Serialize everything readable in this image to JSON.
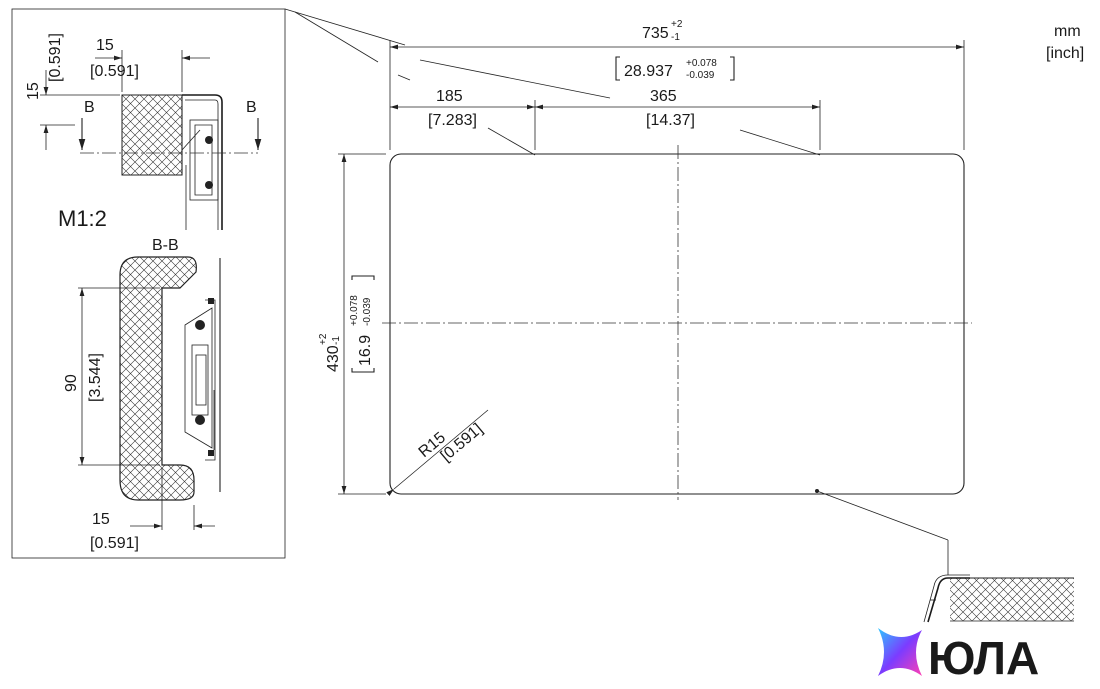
{
  "units": {
    "mm": "mm",
    "inch": "[inch]"
  },
  "width_dim": {
    "base": "735",
    "tol_plus": "+2",
    "tol_minus": "-1",
    "inch": "28.937",
    "inch_plus": "+0.078",
    "inch_minus": "-0.039"
  },
  "height_dim": {
    "base": "430",
    "tol_plus": "+2",
    "tol_minus": "-1",
    "inch": "16.9",
    "inch_plus": "+0.078",
    "inch_minus": "-0.039"
  },
  "offset_185": {
    "mm": "185",
    "inch": "[7.283]"
  },
  "offset_365": {
    "mm": "365",
    "inch": "[14.37]"
  },
  "radius": {
    "mm": "R15",
    "inch": "[0.591]"
  },
  "detail": {
    "scale": "M1:2",
    "section_label": "B-B",
    "cut_label": "B",
    "top_width": {
      "mm": "15",
      "inch": "[0.591]"
    },
    "top_height": {
      "mm": "15",
      "inch": "[0.591]"
    },
    "bottom_width": {
      "mm": "15",
      "inch": "[0.591]"
    },
    "depth": {
      "mm": "90",
      "inch": "[3.544]"
    }
  },
  "logo": {
    "text": "ЮЛА",
    "colors": [
      "#2ec5ff",
      "#7b3cff",
      "#ff3fb4"
    ]
  }
}
